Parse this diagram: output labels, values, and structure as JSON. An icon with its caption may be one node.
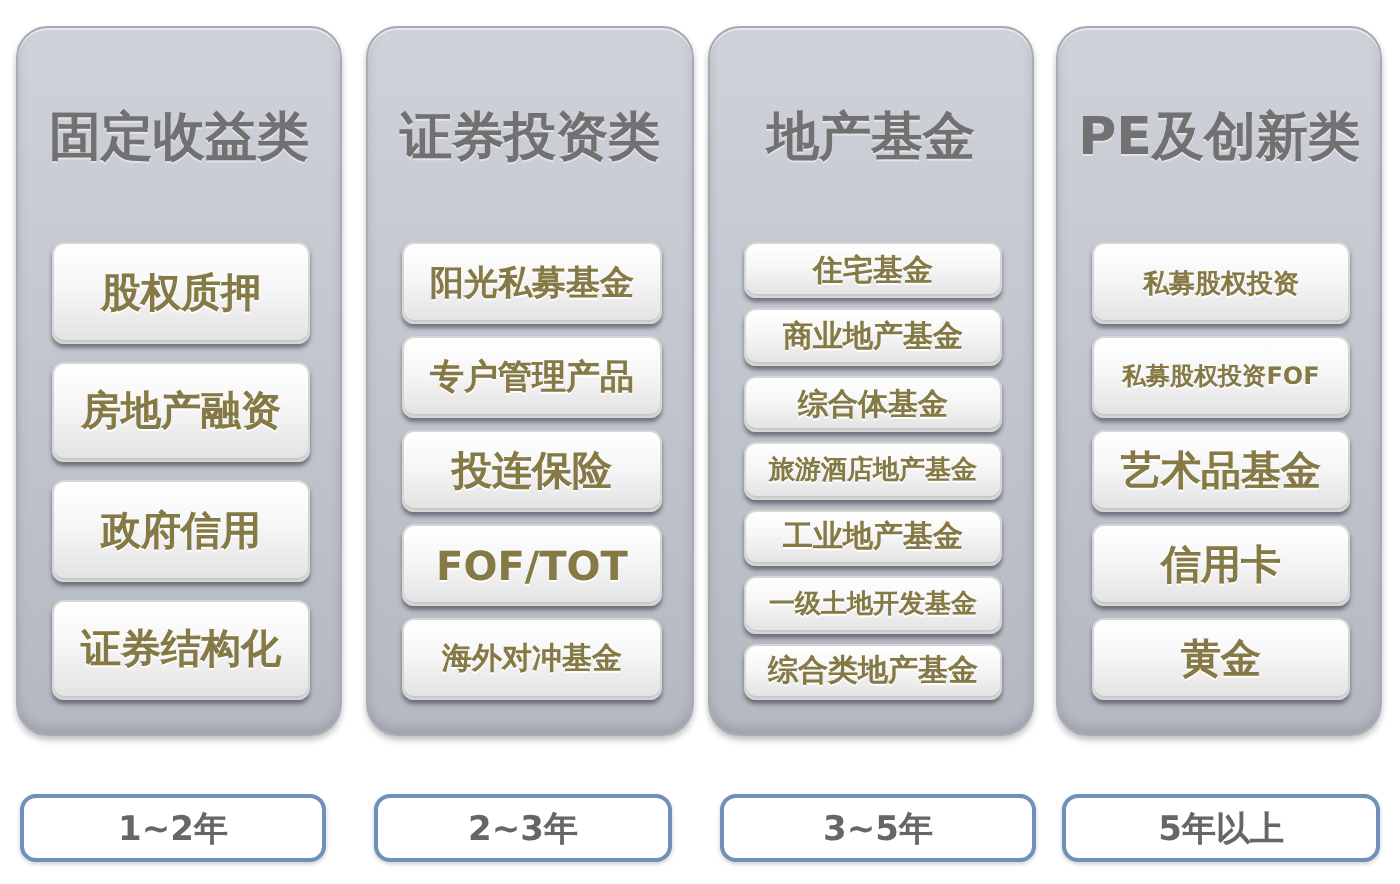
{
  "diagram": {
    "nodes": [
      {
        "text": [
          "固定收益类"
        ]
      },
      {
        "text": [
          "股权质押"
        ],
        "in": 0
      },
      {
        "text": [
          "房地产融资"
        ],
        "in": 0
      },
      {
        "text": [
          "政府信用"
        ],
        "in": 0
      },
      {
        "text": [
          "证券结构化"
        ],
        "in": 0
      },
      {
        "text": [
          "证券投资类"
        ]
      },
      {
        "text": [
          "阳光私募基金"
        ],
        "in": 5
      },
      {
        "text": [
          "专户管理产品"
        ],
        "in": 5
      },
      {
        "text": [
          "投连保险"
        ],
        "in": 5
      },
      {
        "text": [
          "FOF/TOT"
        ],
        "in": 5
      },
      {
        "text": [
          "海外对冲基金"
        ],
        "in": 5
      },
      {
        "text": [
          "地产基金"
        ]
      },
      {
        "text": [
          "住宅基金"
        ],
        "in": 11
      },
      {
        "text": [
          "商业地产基金"
        ],
        "in": 11
      },
      {
        "text": [
          "综合体基金"
        ],
        "in": 11
      },
      {
        "text": [
          "旅游酒店地产基金"
        ],
        "in": 11
      },
      {
        "text": [
          "工业地产基金"
        ],
        "in": 11
      },
      {
        "text": [
          "一级土地开发基金"
        ],
        "in": 11
      },
      {
        "text": [
          "综合类地产基金"
        ],
        "in": 11
      },
      {
        "text": [
          "PE及创新类"
        ]
      },
      {
        "text": [
          "私募股权投资"
        ],
        "in": 19
      },
      {
        "text": [
          "私募股权投资FOF"
        ],
        "in": 19
      },
      {
        "text": [
          "艺术品基金"
        ],
        "in": 19
      },
      {
        "text": [
          "信用卡"
        ],
        "in": 19
      },
      {
        "text": [
          "黄金"
        ],
        "in": 19
      },
      {
        "text": [
          "1~2年"
        ]
      },
      {
        "text": [
          "2~3年"
        ]
      },
      {
        "text": [
          "3~5年"
        ]
      },
      {
        "text": [
          "5年以上"
        ]
      }
    ]
  }
}
